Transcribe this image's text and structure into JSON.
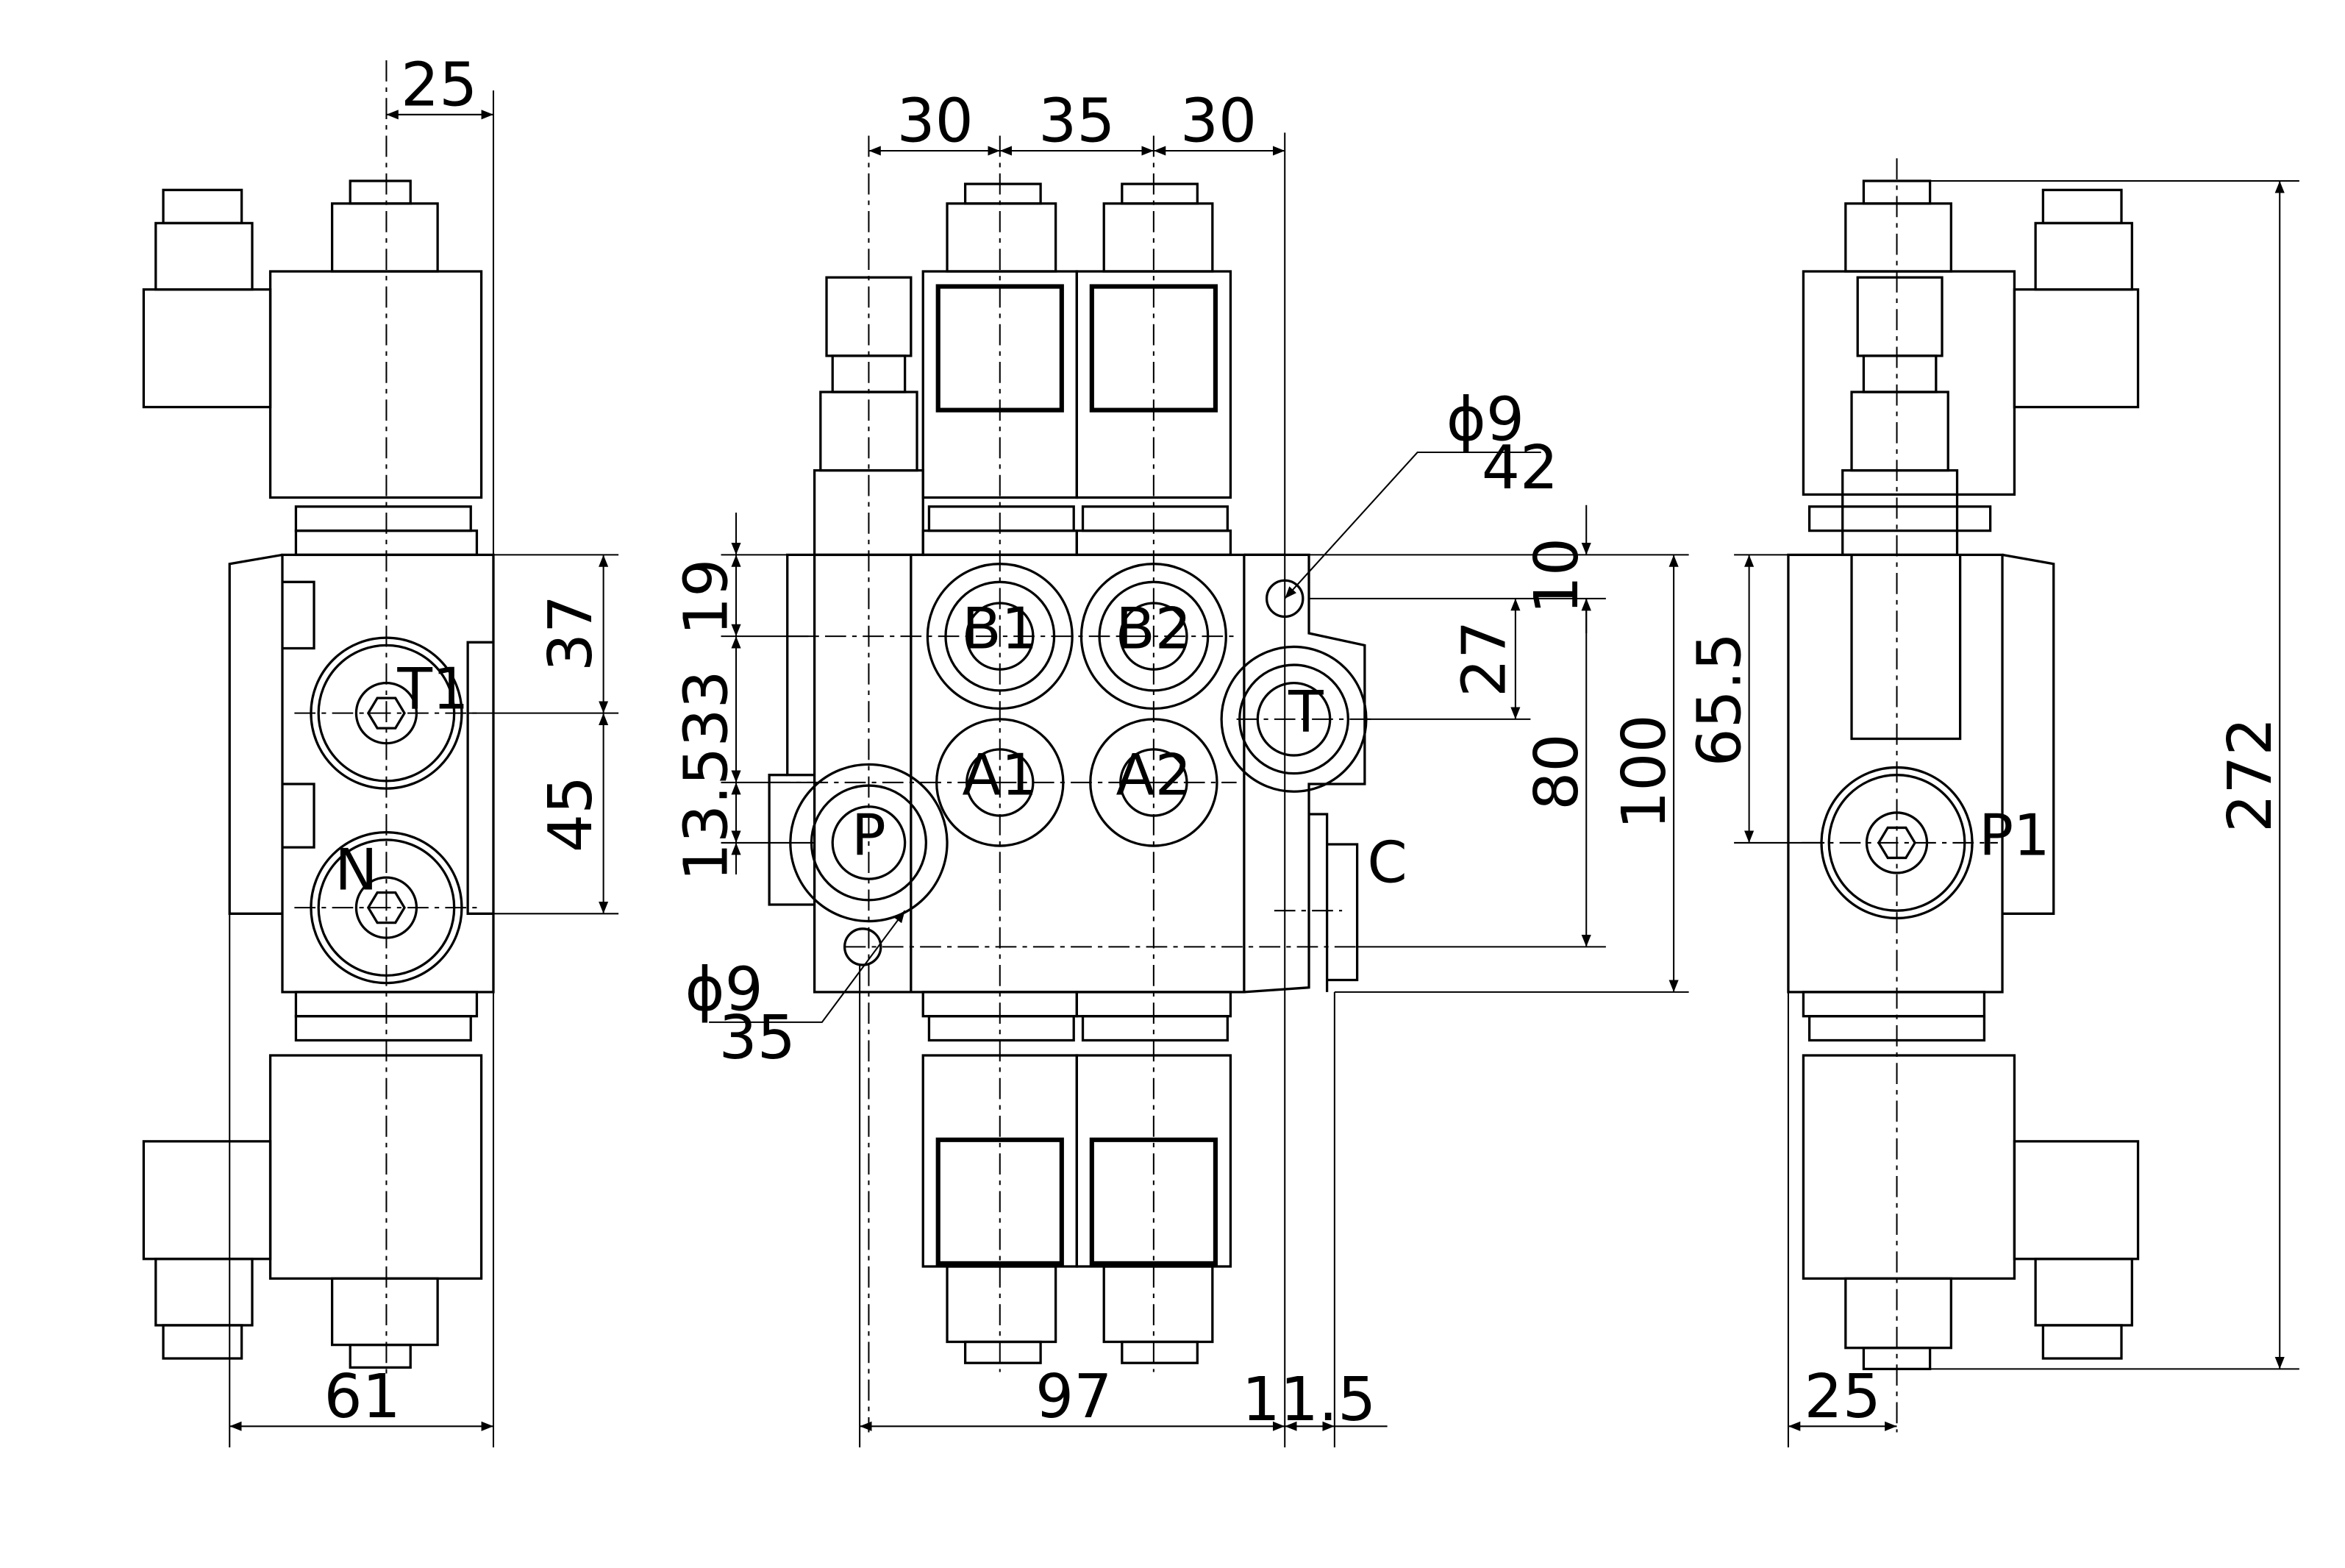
{
  "ports": {
    "b1": "B1",
    "b2": "B2",
    "a1": "A1",
    "a2": "A2",
    "p": "P",
    "t": "T",
    "c": "C",
    "t1": "T1",
    "n": "N",
    "p1": "P1"
  },
  "dimensions": {
    "left_top": "25",
    "left_37": "37",
    "left_45": "45",
    "left_bottom": "61",
    "front_top_1": "30",
    "front_top_2": "35",
    "front_top_3": "30",
    "hole_top_dia": "ϕ9",
    "hole_top_pos": "42",
    "hole_bottom_dia": "ϕ9",
    "hole_bottom_pos": "35",
    "front_19": "19",
    "front_33": "33",
    "front_13_5": "13.5",
    "front_10": "10",
    "front_27": "27",
    "front_80": "80",
    "front_100": "100",
    "front_bottom_97": "97",
    "front_bottom_11_5": "11.5",
    "right_65_5": "65.5",
    "right_272": "272",
    "right_bottom_25": "25"
  }
}
